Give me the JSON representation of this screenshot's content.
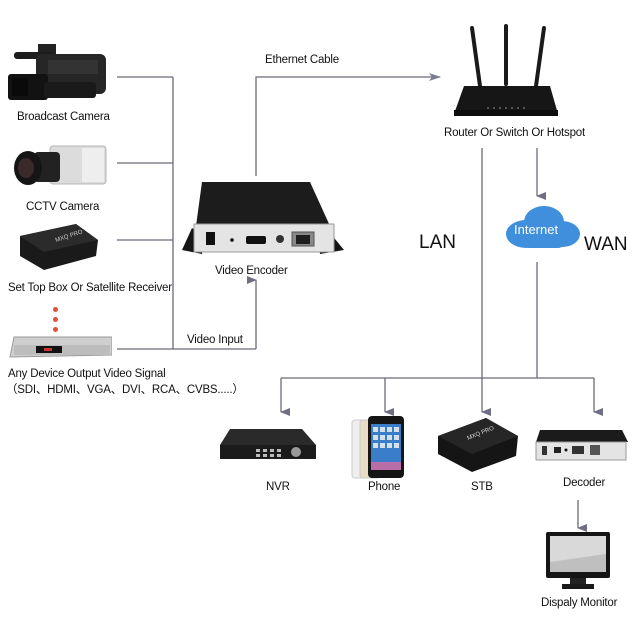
{
  "diagram": {
    "type": "network-topology",
    "colors": {
      "connector": "#6b6b78",
      "arrow": "#6e6e85",
      "cloud": "#3f8fdc",
      "cloud_text": "#ffffff",
      "device_body": "#1b1b1b",
      "device_panel": "#e6e6e6",
      "dots": "#e0503c"
    },
    "sources": [
      {
        "id": "broadcast-camera",
        "label": "Broadcast Camera",
        "icon": "video-camera-icon"
      },
      {
        "id": "cctv-camera",
        "label": "CCTV Camera",
        "icon": "cctv-camera-icon"
      },
      {
        "id": "set-top-box",
        "label": "Set Top Box Or Satellite Receiver",
        "icon": "set-top-box-icon"
      },
      {
        "id": "any-device",
        "label": "Any Device Output Video Signal",
        "sublabel": "（SDI、HDMI、VGA、DVI、RCA、CVBS.....）",
        "icon": "dvd-player-icon"
      }
    ],
    "encoder": {
      "label": "Video Encoder",
      "icon": "video-encoder-icon"
    },
    "router": {
      "label": "Router Or Switch Or Hotspot",
      "icon": "router-icon"
    },
    "internet": {
      "label": "Internet",
      "icon": "cloud-icon"
    },
    "edges": {
      "ethernet": "Ethernet Cable",
      "video_input": "Video Input"
    },
    "zones": {
      "lan": "LAN",
      "wan": "WAN"
    },
    "outputs": [
      {
        "id": "nvr",
        "label": "NVR",
        "icon": "nvr-icon"
      },
      {
        "id": "phone",
        "label": "Phone",
        "icon": "smartphone-icon"
      },
      {
        "id": "stb",
        "label": "STB",
        "icon": "set-top-box-icon"
      },
      {
        "id": "decoder",
        "label": "Decoder",
        "icon": "video-decoder-icon"
      }
    ],
    "monitor": {
      "label": "Dispaly Monitor",
      "icon": "monitor-icon"
    }
  }
}
